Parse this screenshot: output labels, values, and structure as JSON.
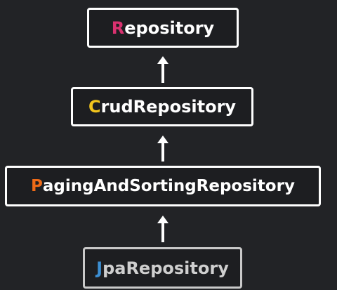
{
  "nodes": {
    "repository": {
      "initial": "R",
      "rest": "epository",
      "initial_color": "#d9316f"
    },
    "crud": {
      "initial": "C",
      "rest": "rudRepository",
      "initial_color": "#f2c51d"
    },
    "paging": {
      "initial": "P",
      "rest": "agingAndSortingRepository",
      "initial_color": "#ee6a17"
    },
    "jpa": {
      "initial": "J",
      "rest": "paRepository",
      "initial_color": "#3c8fd3"
    }
  },
  "colors": {
    "background": "#222326",
    "box_border": "#ffffff",
    "arrow": "#ffffff"
  }
}
